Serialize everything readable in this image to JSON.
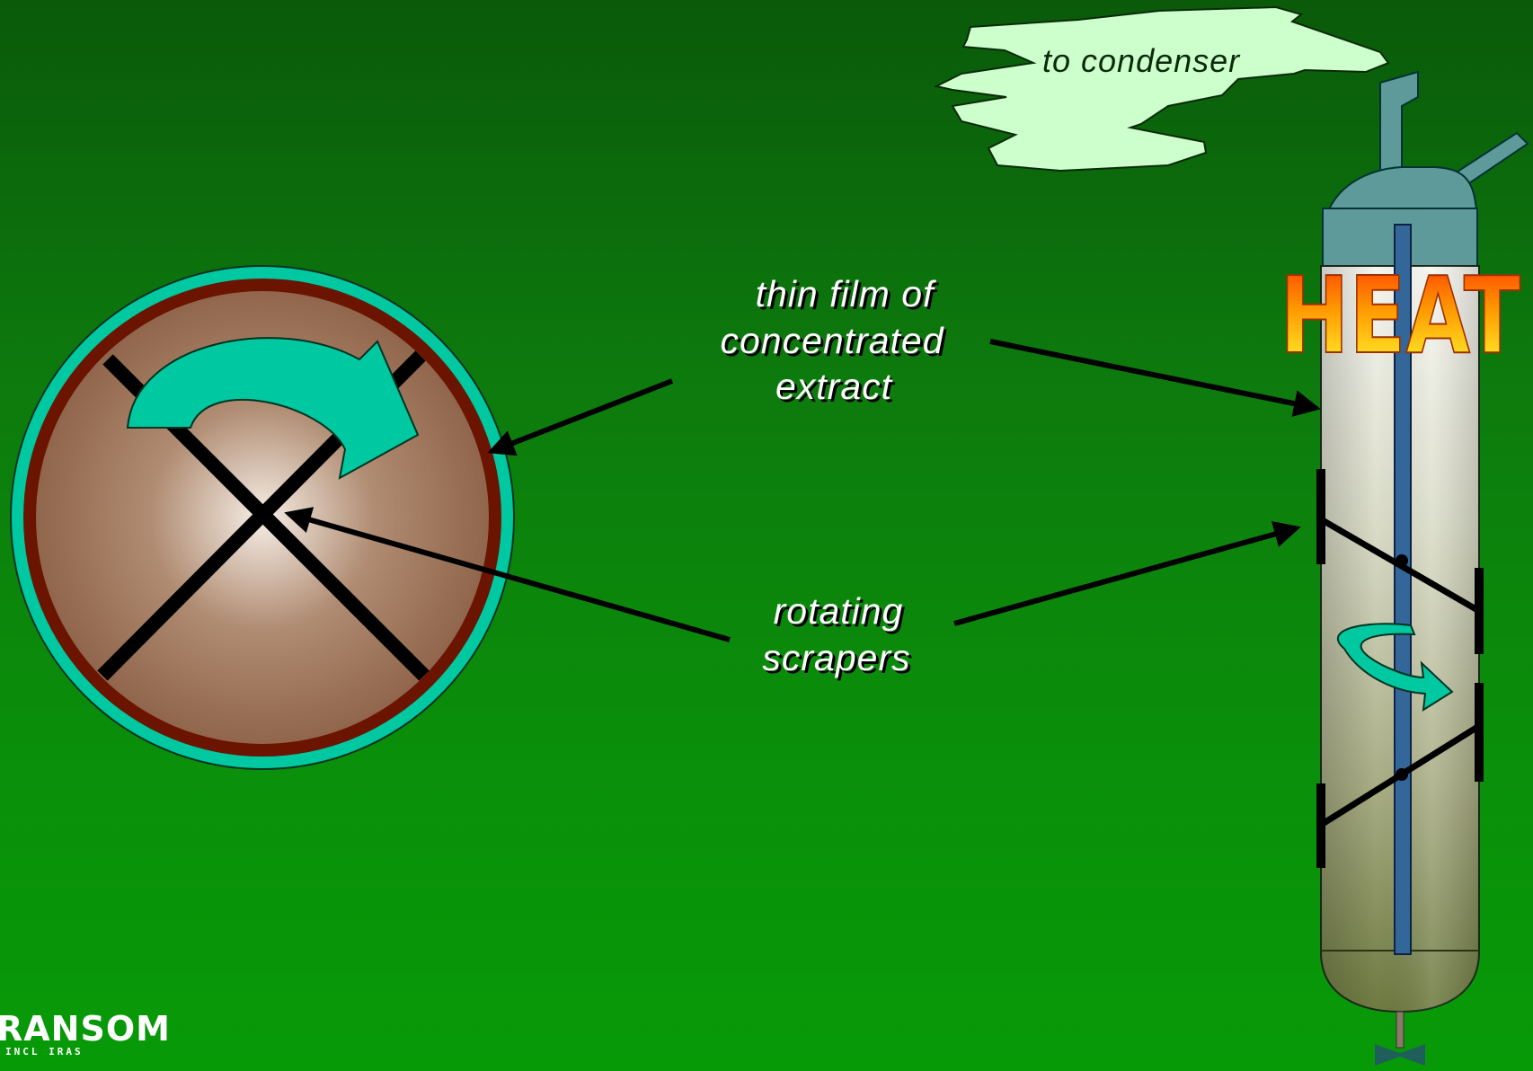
{
  "labels": {
    "to_condenser": "to condenser",
    "thin_film_line1": "thin film of",
    "thin_film_line2": "concentrated",
    "thin_film_line3": "extract",
    "rotating_line1": "rotating",
    "rotating_line2": "scrapers",
    "heat": "HEAT"
  },
  "logo": {
    "main": "RANSOM",
    "sub": "INCL IRAS"
  },
  "colors": {
    "background_top": "#0a5a0a",
    "background_bottom": "#079a07",
    "cloud_fill": "#ccffcc",
    "teal": "#00c8a0",
    "film_dark_red": "#6b1400",
    "shaft_blue": "#336699",
    "vessel_top": "#5f9a9a"
  }
}
